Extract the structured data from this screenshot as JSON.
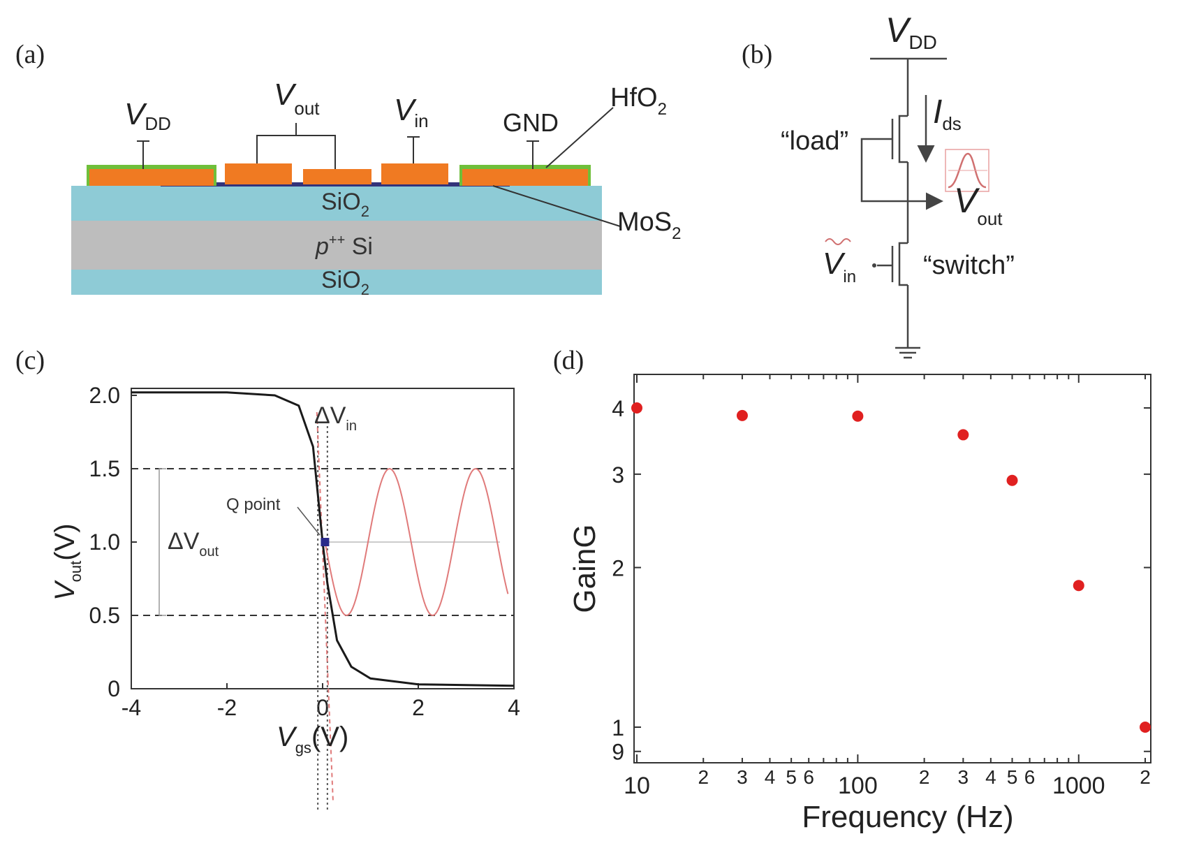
{
  "panel_a": {
    "label": "(a)",
    "vdd": {
      "main": "V",
      "sub": "DD"
    },
    "vout": {
      "main": "V",
      "sub": "out"
    },
    "vin": {
      "main": "V",
      "sub": "in"
    },
    "gnd": "GND",
    "hfo2": {
      "main": "HfO",
      "sub": "2"
    },
    "mos2": {
      "main": "MoS",
      "sub": "2"
    },
    "sio2_top": {
      "main": "SiO",
      "sub": "2"
    },
    "psi": {
      "pre": "p",
      "sup": "++",
      "post": " Si"
    },
    "sio2_bottom": {
      "main": "SiO",
      "sub": "2"
    },
    "colors": {
      "electrode": "#f07a22",
      "hfo2": "#6fbf3a",
      "sio2": "#8ecbd6",
      "si": "#bdbdbd",
      "mos2": "#33337a"
    }
  },
  "panel_b": {
    "label": "(b)",
    "vdd": {
      "main": "V",
      "sub": "DD"
    },
    "ids": {
      "main": "I",
      "sub": "ds"
    },
    "load": "“load”",
    "vout": {
      "main": "V",
      "sub": "out"
    },
    "vin": {
      "main": "V",
      "sub": "in"
    },
    "switch": "“switch”"
  },
  "panel_c": {
    "label": "(c)",
    "delta_vin": {
      "main": "ΔV",
      "sub": "in"
    },
    "delta_vout": {
      "main": "ΔV",
      "sub": "out"
    },
    "q_point": "Q point",
    "xlabel": {
      "main": "V",
      "sub": "gs",
      "unit": "(V)"
    },
    "ylabel": {
      "main": "V",
      "sub": "out",
      "unit": "(V)"
    }
  },
  "panel_d": {
    "label": "(d)"
  },
  "chart_data": [
    {
      "type": "line",
      "xlabel": "Vgs (V)",
      "ylabel": "Vout (V)",
      "xlim": [
        -4,
        4
      ],
      "ylim": [
        0,
        2.05
      ],
      "x_ticks": [
        "-4",
        "-2",
        "0",
        "2",
        "4"
      ],
      "y_ticks": [
        "0",
        "0.5",
        "1.0",
        "1.5",
        "2.0"
      ],
      "series": [
        {
          "x": [
            -4,
            -2,
            -1,
            -0.5,
            -0.2,
            0,
            0.1,
            0.3,
            0.6,
            1,
            2,
            4
          ],
          "y": [
            2.02,
            2.02,
            2.0,
            1.93,
            1.65,
            1.0,
            0.72,
            0.33,
            0.15,
            0.07,
            0.03,
            0.02
          ]
        }
      ],
      "dashed_levels": [
        1.5,
        0.5
      ],
      "q_point": {
        "x": 0.05,
        "y": 1.0
      },
      "colors": {
        "curve": "#1a1a1a",
        "sine": "#e07a7a",
        "q_point": "#2a2a8a"
      }
    },
    {
      "type": "scatter",
      "xlabel": "Frequency (Hz)",
      "ylabel": "GainG",
      "x_scale": "log",
      "y_scale": "log",
      "xlim": [
        10,
        2000
      ],
      "ylim": [
        0.9,
        4.5
      ],
      "x_tick_labels": [
        "10",
        "2",
        "3",
        "4",
        "5",
        "6",
        "100",
        "2",
        "3",
        "4",
        "5",
        "6",
        "1000",
        "2"
      ],
      "y_tick_labels": [
        "9",
        "1",
        "2",
        "3",
        "4"
      ],
      "x": [
        10,
        30,
        100,
        300,
        500,
        1000,
        2000
      ],
      "y": [
        4.0,
        3.87,
        3.86,
        3.56,
        2.92,
        1.85,
        1.0
      ],
      "colors": {
        "marker": "#e02020"
      }
    }
  ]
}
